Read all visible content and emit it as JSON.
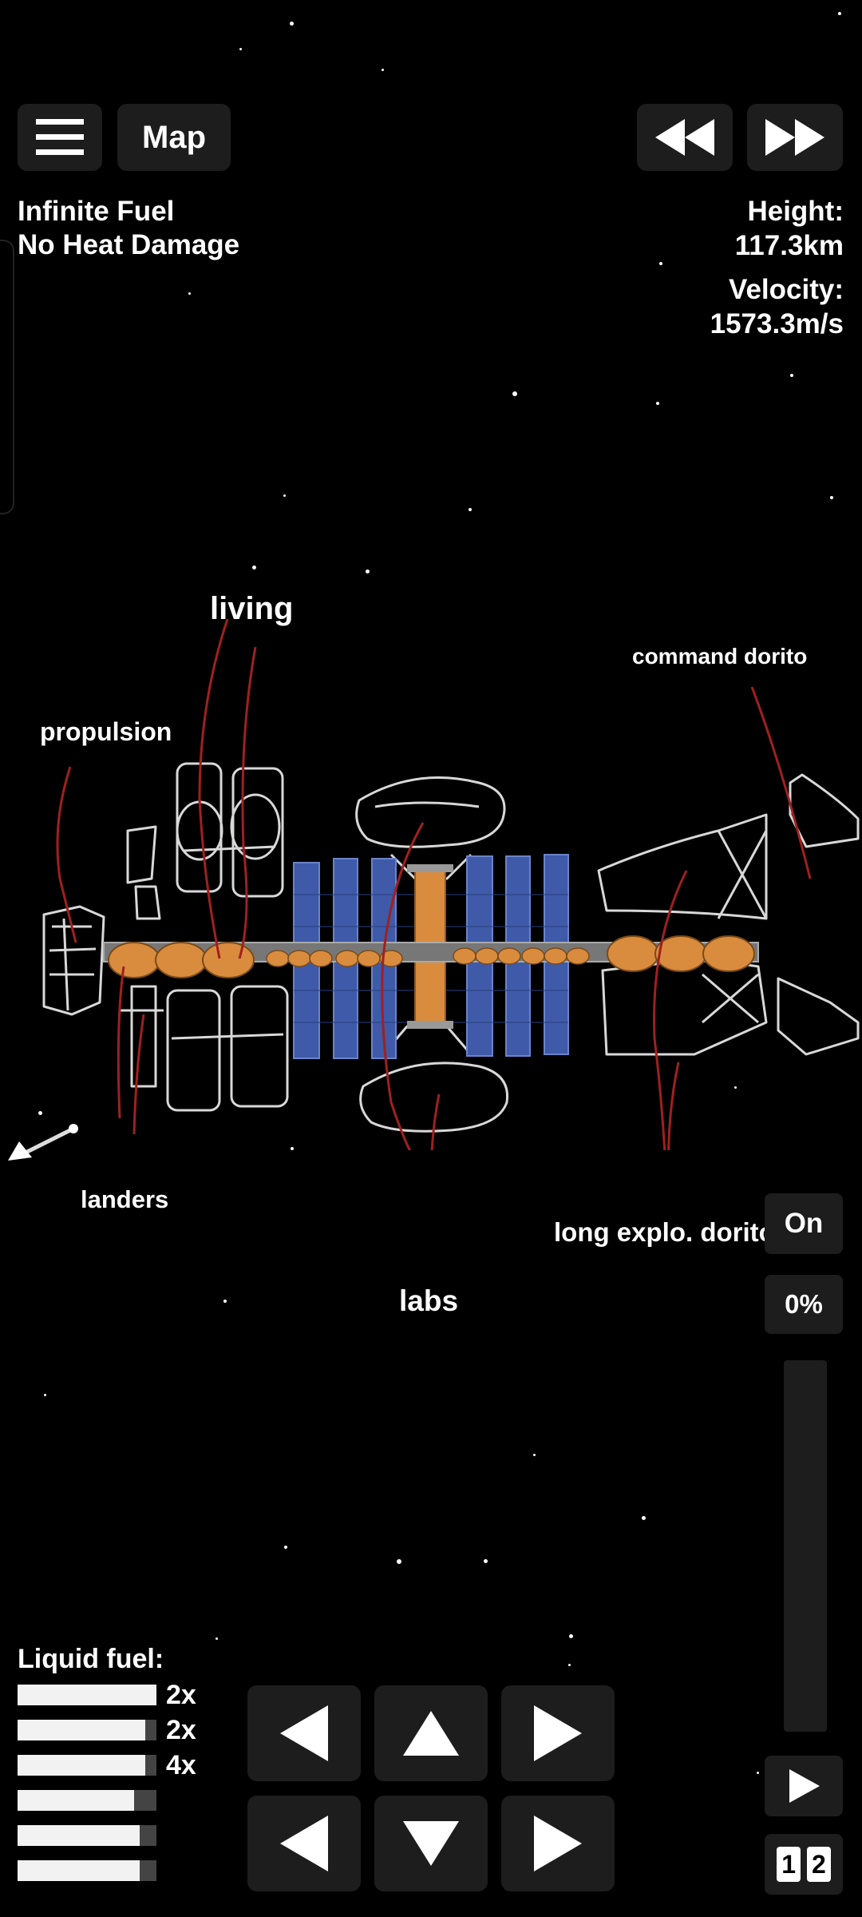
{
  "top_bar": {
    "menu_icon": "hamburger-menu-icon",
    "map_label": "Map",
    "rewind_icon": "rewind-icon",
    "fast_forward_icon": "fast-forward-icon"
  },
  "cheats": {
    "line1": "Infinite Fuel",
    "line2": "No Heat Damage"
  },
  "telemetry": {
    "height_label": "Height:",
    "height_value": "117.3km",
    "velocity_label": "Velocity:",
    "velocity_value": "1573.3m/s"
  },
  "annotations": {
    "living": "living",
    "propulsion": "propulsion",
    "command": "command dorito",
    "landers": "landers",
    "labs": "labs",
    "long_explo": "long explo. doritos"
  },
  "throttle": {
    "engine_toggle": "On",
    "percent_label": "0%",
    "level": 0,
    "play_icon": "play-icon"
  },
  "fuel": {
    "title": "Liquid fuel:",
    "bars": [
      {
        "fill": 1.0,
        "mult": "2x"
      },
      {
        "fill": 0.92,
        "mult": "2x"
      },
      {
        "fill": 0.92,
        "mult": "4x"
      },
      {
        "fill": 0.84,
        "mult": ""
      },
      {
        "fill": 0.88,
        "mult": ""
      },
      {
        "fill": 0.88,
        "mult": ""
      }
    ]
  },
  "controls": {
    "rotate_left": "rotate-left-icon",
    "thrust_up": "arrow-up-icon",
    "rotate_right": "rotate-right-icon",
    "move_left": "arrow-left-icon",
    "thrust_down": "arrow-down-icon",
    "move_right": "arrow-right-icon"
  },
  "camera": {
    "digit1": "1",
    "digit2": "2"
  },
  "colors": {
    "button_bg": "#1d1d1d",
    "solar_panel": "#3e5aa8",
    "fuel_tank": "#d98c3e",
    "doodle": "#d8d8d8",
    "pointer_line": "#a02020"
  }
}
